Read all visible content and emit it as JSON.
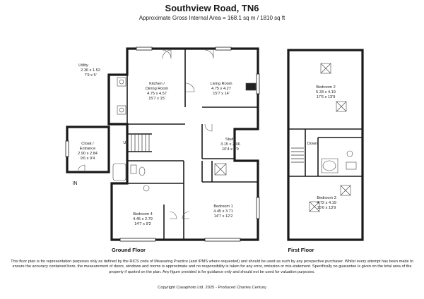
{
  "header": {
    "title": "Southview Road, TN6",
    "subtitle": "Approximate Gross Internal Area = 168.1 sq m / 1810 sq ft"
  },
  "ground_floor": {
    "label": "Ground Floor",
    "rooms": [
      {
        "name": "Utility",
        "metric": "2.36 x 1.52",
        "imperial": "7'9 x 5'"
      },
      {
        "name": "Kitchen /",
        "name2": "Dining Room",
        "metric": "4.75 x 4.57",
        "imperial": "15'7 x 15'"
      },
      {
        "name": "Living Room",
        "metric": "4.75 x 4.27",
        "imperial": "15'7 x 14'"
      },
      {
        "name": "Cloak /",
        "name2": "Entrance",
        "metric": "2.90 x 2.84",
        "imperial": "9'6 x 9'4"
      },
      {
        "name": "Study",
        "metric": "3.15 x 2.06",
        "imperial": "10'4 x 6'9"
      },
      {
        "name": "Bedroom 4",
        "metric": "4.45 x 2.79",
        "imperial": "14'7 x 9'2"
      },
      {
        "name": "Bedroom 1",
        "metric": "4.45 x 3.71",
        "imperial": "14'7 x 12'2"
      }
    ],
    "markers": {
      "up": "Up",
      "entry": "IN"
    }
  },
  "first_floor": {
    "label": "First Floor",
    "rooms": [
      {
        "name": "Bedroom 2",
        "metric": "5.33 x 4.19",
        "imperial": "17'6 x 13'9"
      },
      {
        "name": "Bedroom 3",
        "metric": "4.72 x 4.19",
        "imperial": "15'6 x 13'9"
      }
    ],
    "markers": {
      "down": "Down"
    }
  },
  "footer": {
    "disclaimer": "This floor plan is for representation purposes only as defined by the RICS code of Measuring Practice (and IPMS where requested) and should be used as such by any prospective purchaser. Whilst every attempt has been made to ensure the accuracy contained here, the measurement of doors, windows and rooms is approximate and no responsibility is taken for any error, omission or mis-statement. Specifically no guarantee is given on the total area of the property if quoted on the plan. Any figure provided is for guidance only and should not be used for valuation purposes.",
    "copyright": "Copyright Casaphoto Ltd. 2025 - Produced Charles Century"
  },
  "colors": {
    "wall": "#1a1a1a",
    "fixture": "#444444",
    "background": "#ffffff"
  }
}
